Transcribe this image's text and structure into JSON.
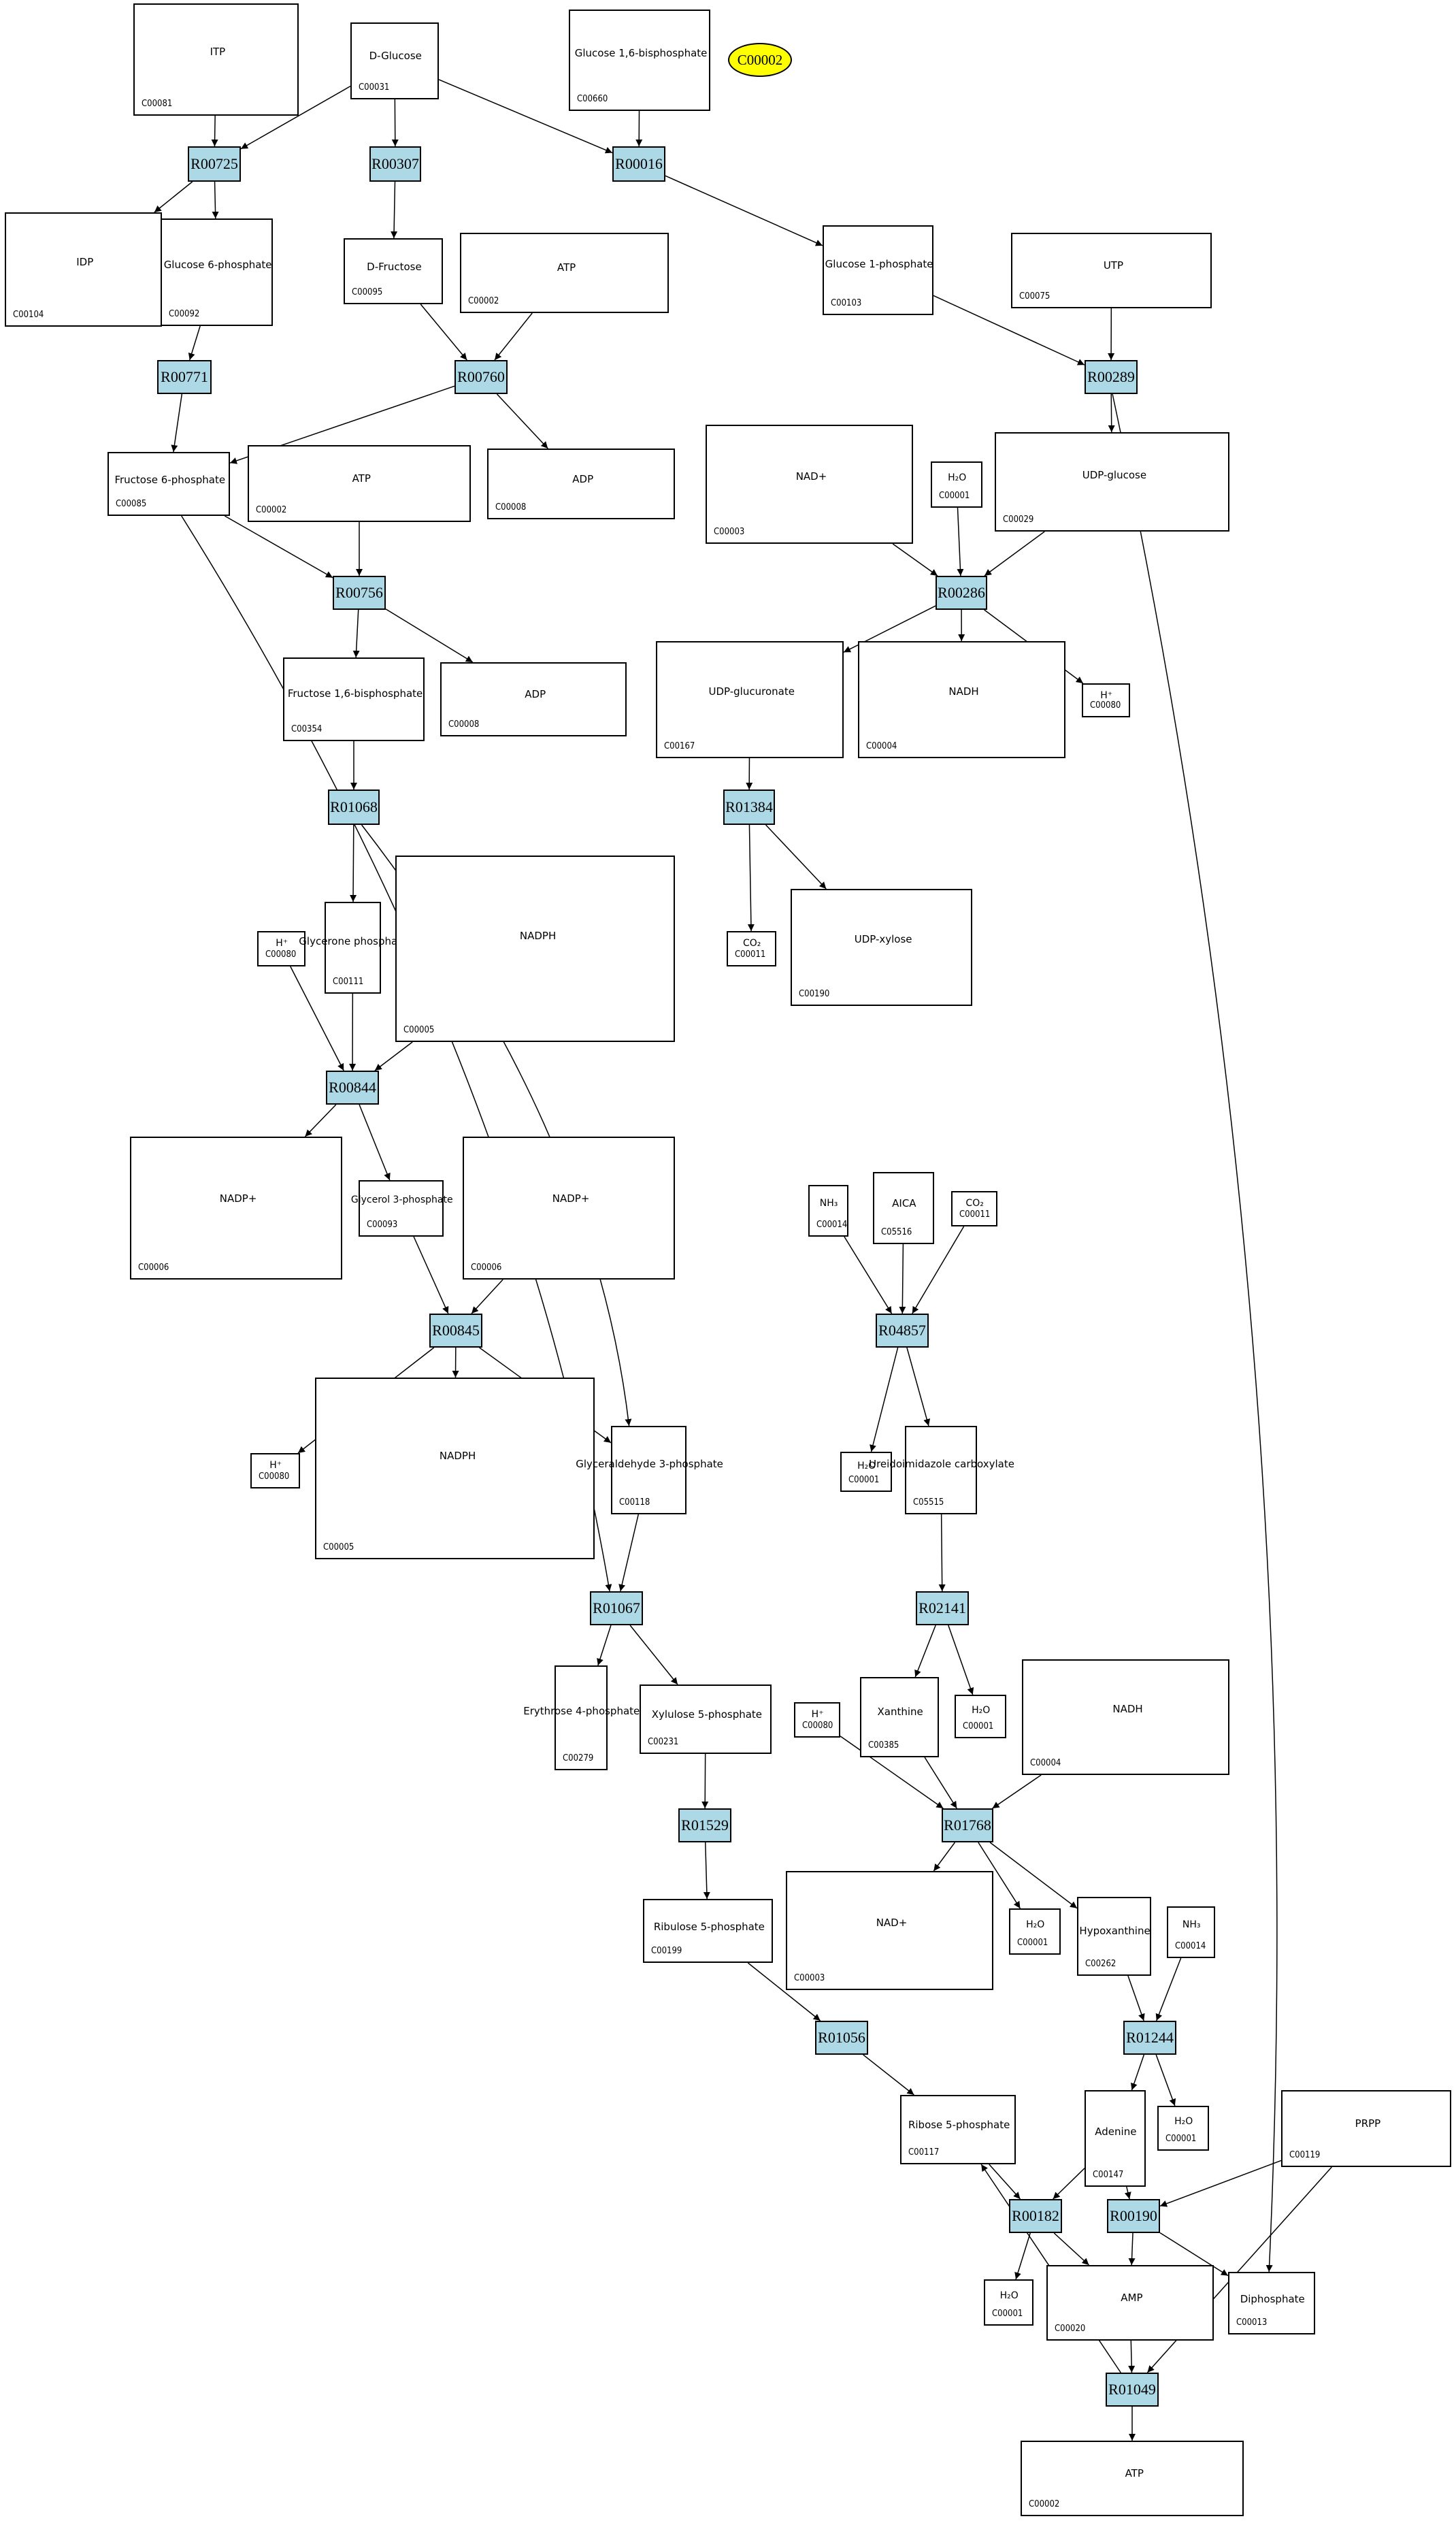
{
  "diagram": {
    "type": "metabolic-pathway-graph",
    "highlight": {
      "id": "C00002",
      "color": "#ffff00"
    },
    "reaction_fill": "#add8e6",
    "reactions": [
      "R00725",
      "R00307",
      "R00016",
      "R00771",
      "R00760",
      "R00289",
      "R00756",
      "R00286",
      "R01068",
      "R01384",
      "R00844",
      "R00845",
      "R04857",
      "R01067",
      "R02141",
      "R01529",
      "R01768",
      "R01056",
      "R01244",
      "R00182",
      "R00190",
      "R01049"
    ],
    "compounds": [
      {
        "key": "c00081",
        "id": "C00081",
        "formula": "ITP"
      },
      {
        "key": "c00031",
        "id": "C00031",
        "formula": "D-Glucose"
      },
      {
        "key": "c00660",
        "id": "C00660",
        "formula": "Glucose 1,6-bisphosphate"
      },
      {
        "key": "c00104",
        "id": "C00104",
        "formula": "IDP"
      },
      {
        "key": "c00092",
        "id": "C00092",
        "formula": "Glucose 6-phosphate"
      },
      {
        "key": "c00095",
        "id": "C00095",
        "formula": "D-Fructose"
      },
      {
        "key": "c00002a",
        "id": "C00002",
        "formula": "ATP"
      },
      {
        "key": "c00103",
        "id": "C00103",
        "formula": "Glucose 1-phosphate"
      },
      {
        "key": "c00075",
        "id": "C00075",
        "formula": "UTP"
      },
      {
        "key": "c00085",
        "id": "C00085",
        "formula": "Fructose 6-phosphate"
      },
      {
        "key": "c00002b",
        "id": "C00002",
        "formula": "ATP"
      },
      {
        "key": "c00008a",
        "id": "C00008",
        "formula": "ADP"
      },
      {
        "key": "c00003a",
        "id": "C00003",
        "formula": "NAD+"
      },
      {
        "key": "c00001a",
        "id": "C00001",
        "formula": "H₂O"
      },
      {
        "key": "c00029",
        "id": "C00029",
        "formula": "UDP-glucose"
      },
      {
        "key": "c00354",
        "id": "C00354",
        "formula": "Fructose 1,6-bisphosphate"
      },
      {
        "key": "c00008b",
        "id": "C00008",
        "formula": "ADP"
      },
      {
        "key": "c00167",
        "id": "C00167",
        "formula": "UDP-glucuronate"
      },
      {
        "key": "c00004a",
        "id": "C00004",
        "formula": "NADH"
      },
      {
        "key": "c00080a",
        "id": "C00080",
        "formula": "H⁺"
      },
      {
        "key": "c00080b",
        "id": "C00080",
        "formula": "H⁺"
      },
      {
        "key": "c00111",
        "id": "C00111",
        "formula": "Glycerone phosphate"
      },
      {
        "key": "c00005a",
        "id": "C00005",
        "formula": "NADPH"
      },
      {
        "key": "c00011a",
        "id": "C00011",
        "formula": "CO₂"
      },
      {
        "key": "c00190",
        "id": "C00190",
        "formula": "UDP-xylose"
      },
      {
        "key": "c00006a",
        "id": "C00006",
        "formula": "NADP+"
      },
      {
        "key": "c00093",
        "id": "C00093",
        "formula": "Glycerol 3-phosphate"
      },
      {
        "key": "c00006b",
        "id": "C00006",
        "formula": "NADP+"
      },
      {
        "key": "c00014a",
        "id": "C00014",
        "formula": "NH₃"
      },
      {
        "key": "c05516",
        "id": "C05516",
        "formula": "AICA"
      },
      {
        "key": "c00011b",
        "id": "C00011",
        "formula": "CO₂"
      },
      {
        "key": "c00080c",
        "id": "C00080",
        "formula": "H⁺"
      },
      {
        "key": "c00005b",
        "id": "C00005",
        "formula": "NADPH"
      },
      {
        "key": "c00118",
        "id": "C00118",
        "formula": "Glyceraldehyde 3-phosphate"
      },
      {
        "key": "c00001b",
        "id": "C00001",
        "formula": "H₂O"
      },
      {
        "key": "c05515",
        "id": "C05515",
        "formula": "Ureidoimidazole carboxylate"
      },
      {
        "key": "c00279",
        "id": "C00279",
        "formula": "Erythrose 4-phosphate"
      },
      {
        "key": "c00231",
        "id": "C00231",
        "formula": "Xylulose 5-phosphate"
      },
      {
        "key": "c00080d",
        "id": "C00080",
        "formula": "H⁺"
      },
      {
        "key": "c00385",
        "id": "C00385",
        "formula": "Xanthine"
      },
      {
        "key": "c00001c",
        "id": "C00001",
        "formula": "H₂O"
      },
      {
        "key": "c00004b",
        "id": "C00004",
        "formula": "NADH"
      },
      {
        "key": "c00199",
        "id": "C00199",
        "formula": "Ribulose 5-phosphate"
      },
      {
        "key": "c00003b",
        "id": "C00003",
        "formula": "NAD+"
      },
      {
        "key": "c00001d",
        "id": "C00001",
        "formula": "H₂O"
      },
      {
        "key": "c00262",
        "id": "C00262",
        "formula": "Hypoxanthine"
      },
      {
        "key": "c00014b",
        "id": "C00014",
        "formula": "NH₃"
      },
      {
        "key": "c00117",
        "id": "C00117",
        "formula": "Ribose 5-phosphate"
      },
      {
        "key": "c00147",
        "id": "C00147",
        "formula": "Adenine"
      },
      {
        "key": "c00001e",
        "id": "C00001",
        "formula": "H₂O"
      },
      {
        "key": "c00119",
        "id": "C00119",
        "formula": "PRPP"
      },
      {
        "key": "c00001f",
        "id": "C00001",
        "formula": "H₂O"
      },
      {
        "key": "c00020",
        "id": "C00020",
        "formula": "AMP"
      },
      {
        "key": "c00013",
        "id": "C00013",
        "formula": "Diphosphate"
      },
      {
        "key": "c00002c",
        "id": "C00002",
        "formula": "ATP"
      }
    ],
    "edges": [
      [
        "c00081",
        "R00725"
      ],
      [
        "c00031",
        "R00725"
      ],
      [
        "c00031",
        "R00307"
      ],
      [
        "c00031",
        "R00016"
      ],
      [
        "c00660",
        "R00016"
      ],
      [
        "R00725",
        "c00104"
      ],
      [
        "R00725",
        "c00092"
      ],
      [
        "R00307",
        "c00095"
      ],
      [
        "R00016",
        "c00103"
      ],
      [
        "c00092",
        "R00771"
      ],
      [
        "c00095",
        "R00760"
      ],
      [
        "c00002a",
        "R00760"
      ],
      [
        "c00103",
        "R00289"
      ],
      [
        "c00075",
        "R00289"
      ],
      [
        "R00771",
        "c00085"
      ],
      [
        "R00760",
        "c00085"
      ],
      [
        "R00760",
        "c00008a"
      ],
      [
        "R00289",
        "c00029"
      ],
      [
        "R00289",
        "c00013"
      ],
      [
        "c00085",
        "R00756"
      ],
      [
        "c00002b",
        "R00756"
      ],
      [
        "c00085",
        "R01067"
      ],
      [
        "c00003a",
        "R00286"
      ],
      [
        "c00001a",
        "R00286"
      ],
      [
        "c00029",
        "R00286"
      ],
      [
        "R00756",
        "c00354"
      ],
      [
        "R00756",
        "c00008b"
      ],
      [
        "R00286",
        "c00167"
      ],
      [
        "R00286",
        "c00004a"
      ],
      [
        "R00286",
        "c00080a"
      ],
      [
        "c00354",
        "R01068"
      ],
      [
        "c00167",
        "R01384"
      ],
      [
        "R01068",
        "c00111"
      ],
      [
        "R01068",
        "c00118"
      ],
      [
        "R01384",
        "c00011a"
      ],
      [
        "R01384",
        "c00190"
      ],
      [
        "c00080b",
        "R00844"
      ],
      [
        "c00111",
        "R00844"
      ],
      [
        "c00005a",
        "R00844"
      ],
      [
        "R00844",
        "c00006a"
      ],
      [
        "R00844",
        "c00093"
      ],
      [
        "c00093",
        "R00845"
      ],
      [
        "c00006b",
        "R00845"
      ],
      [
        "R00845",
        "c00080c"
      ],
      [
        "R00845",
        "c00005b"
      ],
      [
        "R00845",
        "c00118"
      ],
      [
        "c00014a",
        "R04857"
      ],
      [
        "c05516",
        "R04857"
      ],
      [
        "c00011b",
        "R04857"
      ],
      [
        "R04857",
        "c00001b"
      ],
      [
        "R04857",
        "c05515"
      ],
      [
        "c00118",
        "R01067"
      ],
      [
        "R01067",
        "c00279"
      ],
      [
        "R01067",
        "c00231"
      ],
      [
        "c05515",
        "R02141"
      ],
      [
        "R02141",
        "c00385"
      ],
      [
        "R02141",
        "c00001c"
      ],
      [
        "c00231",
        "R01529"
      ],
      [
        "R01529",
        "c00199"
      ],
      [
        "c00080d",
        "R01768"
      ],
      [
        "c00385",
        "R01768"
      ],
      [
        "c00004b",
        "R01768"
      ],
      [
        "R01768",
        "c00003b"
      ],
      [
        "R01768",
        "c00001d"
      ],
      [
        "R01768",
        "c00262"
      ],
      [
        "c00199",
        "R01056"
      ],
      [
        "c00262",
        "R01244"
      ],
      [
        "c00014b",
        "R01244"
      ],
      [
        "R01056",
        "c00117"
      ],
      [
        "R01244",
        "c00147"
      ],
      [
        "R01244",
        "c00001e"
      ],
      [
        "c00117",
        "R00182"
      ],
      [
        "c00147",
        "R00182"
      ],
      [
        "c00147",
        "R00190"
      ],
      [
        "c00119",
        "R00190"
      ],
      [
        "R00182",
        "c00001f"
      ],
      [
        "R00182",
        "c00020"
      ],
      [
        "R00190",
        "c00020"
      ],
      [
        "R00190",
        "c00013"
      ],
      [
        "c00020",
        "R01049"
      ],
      [
        "c00119",
        "R01049"
      ],
      [
        "R01049",
        "c00117"
      ],
      [
        "R01049",
        "c00002c"
      ]
    ]
  }
}
